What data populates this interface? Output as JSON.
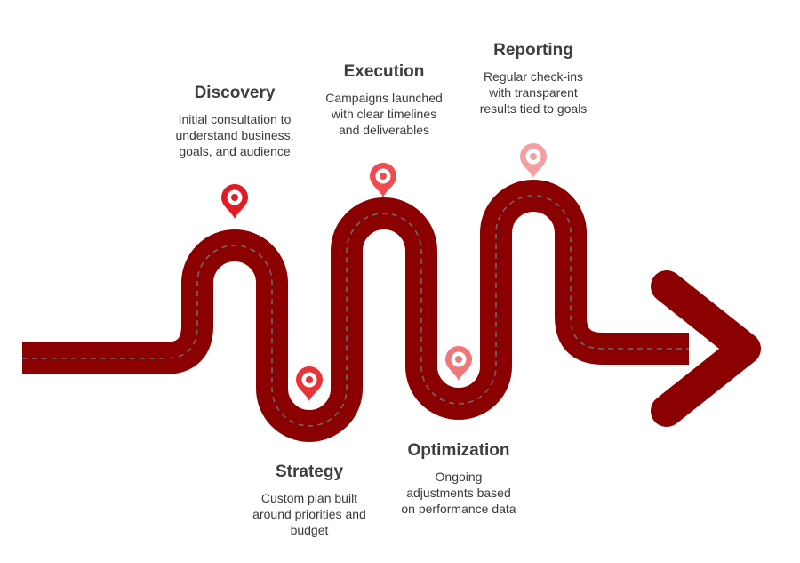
{
  "colors": {
    "road": "#8b0000",
    "lane_dash": "#6b6b6b",
    "pins": [
      "#e31b23",
      "#e8323a",
      "#ee4c50",
      "#f1767a",
      "#f4a0a2"
    ],
    "title": "#3d3d3d",
    "text": "#3a3a3a"
  },
  "stages": [
    {
      "title": "Discovery",
      "description": "Initial consultation to\nunderstand business,\ngoals, and audience",
      "pin_icon": "map-pin-icon"
    },
    {
      "title": "Strategy",
      "description": "Custom plan built\naround priorities and\nbudget",
      "pin_icon": "map-pin-icon"
    },
    {
      "title": "Execution",
      "description": "Campaigns launched\nwith clear timelines\nand deliverables",
      "pin_icon": "map-pin-icon"
    },
    {
      "title": "Optimization",
      "description": "Ongoing\nadjustments based\non performance data",
      "pin_icon": "map-pin-icon"
    },
    {
      "title": "Reporting",
      "description": "Regular check-ins\nwith transparent\nresults tied to goals",
      "pin_icon": "map-pin-icon"
    }
  ],
  "end_icon": "arrow-head-icon"
}
